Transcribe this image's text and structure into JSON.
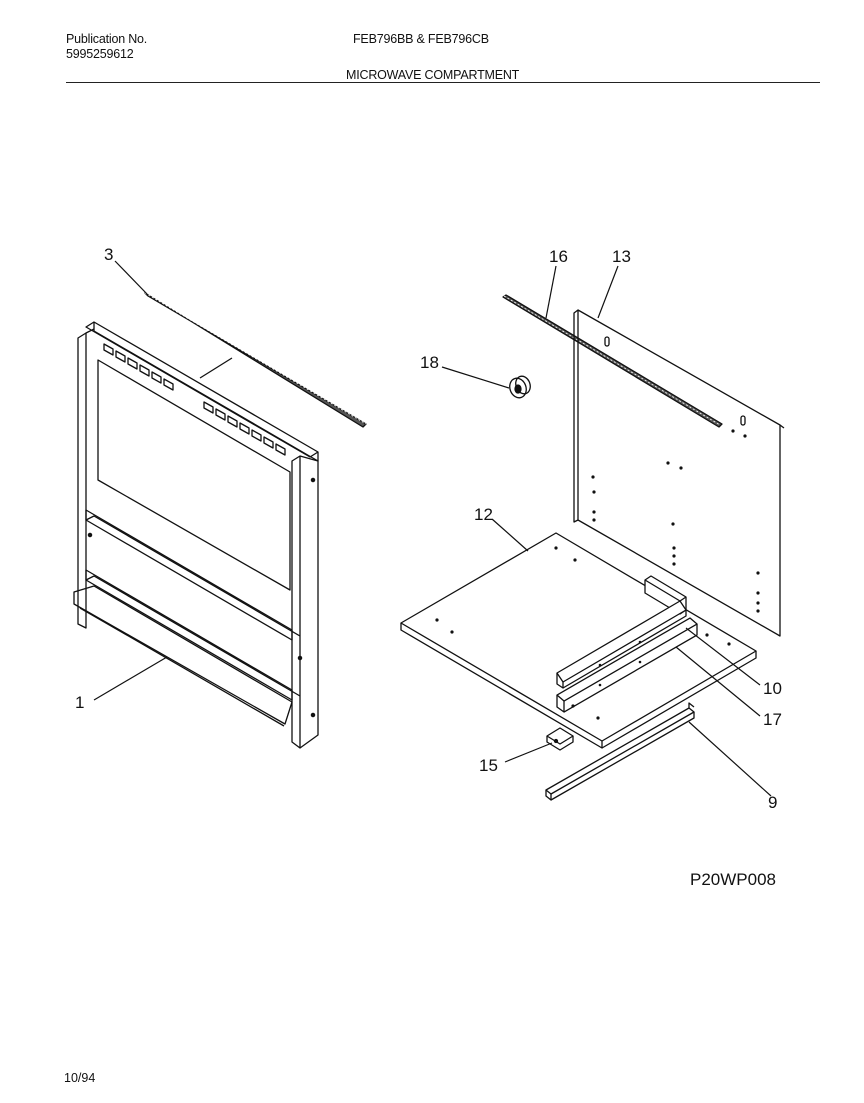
{
  "header": {
    "publication_label": "Publication No.",
    "publication_number": "5995259612",
    "model": "FEB796BB & FEB796CB",
    "section_title": "MICROWAVE COMPARTMENT"
  },
  "diagram": {
    "code": "P20WP008",
    "callouts": [
      "3",
      "16",
      "13",
      "18",
      "12",
      "1",
      "10",
      "17",
      "15",
      "9"
    ]
  },
  "footer": {
    "date": "10/94"
  }
}
